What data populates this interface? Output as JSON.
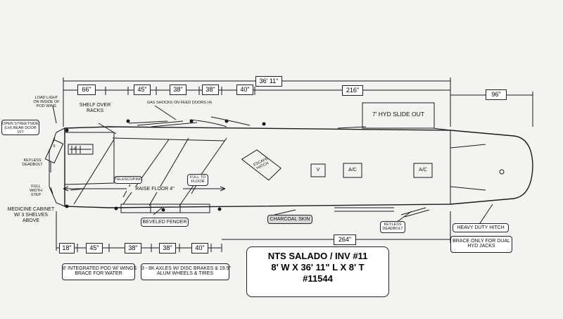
{
  "dimensions": {
    "overall_length": "36' 11\"",
    "top_66": "66\"",
    "top_45": "45\"",
    "top_38a": "38\"",
    "top_38b": "38\"",
    "top_40": "40\"",
    "top_216": "216\"",
    "hitch_96": "96\"",
    "bottom_18": "18\"",
    "bottom_45": "45\"",
    "bottom_38a": "38\"",
    "bottom_38b": "38\"",
    "bottom_40": "40\"",
    "bottom_264": "264\""
  },
  "callouts": {
    "load_light": "LOAD LIGHT\nON INSIDE OF\nPOD WING",
    "open_streetside": "OPEN STREETSIDE\n(LH) REAR DOOR\n15T",
    "keyless_deadbolt_left": "KEYLESS\nDEADBOLT",
    "full_width_step": "FULL\nWIDTH\nSTEP",
    "medicine_cabinet": "MEDICINE CABINET\nW/ 3 SHELVES\nABOVE",
    "shelf_over_racks": "SHELF OVER\nRACKS",
    "gas_shocks": "GAS SHOCKS ON FEED DOORS (4)",
    "slide_out": "7' HYD SLIDE OUT",
    "escape_hatch": "ESCAPE\nHATCH",
    "vent": "V",
    "ac_1": "A/C",
    "ac_2": "A/C",
    "telescoping": "TELESCOPING",
    "full_to_floor": "FULL TO\nFLOOR",
    "raise_floor": "RAISE FLOOR 4\"",
    "marker_4": "4",
    "marker_6": "6",
    "beveled_fender": "BEVELED FENDER",
    "charcoal_skin": "CHARCOAL SKIN",
    "keyless_deadbolt_right": "KEYLESS\nDEADBOLT",
    "heavy_duty_hitch": "HEAVY DUTY HITCH",
    "brace_dual_jacks": "BRACE ONLY FOR DUAL\nHYD JACKS",
    "integrated_pod": "8' INTEGRATED POD W/ WINGS\nBRACE FOR WATER",
    "axles": "3 - 8K AXLES W/ DISC BRAKES & 19.5\"\nALUM WHEELS & TIRES"
  },
  "title_block": {
    "line1": "NTS SALADO / INV #11",
    "line2": "8' W X 36' 11\" L X 8' T",
    "line3": "#11544"
  }
}
